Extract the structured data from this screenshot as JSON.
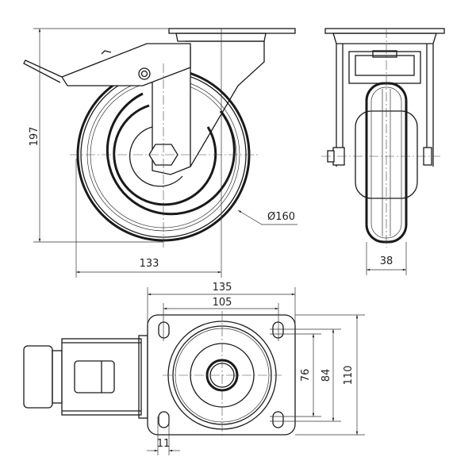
{
  "title": "Swivel castor with brake - dimensional drawing",
  "dimensions": {
    "total_height": "197",
    "wheel_diameter": "Ø160",
    "offset_width": "133",
    "wheel_width": "38",
    "plate_length": "135",
    "hole_spacing_long": "105",
    "hole_spacing_short_inner": "76",
    "hole_spacing_short_outer": "84",
    "plate_width": "110",
    "hole_size": "11"
  }
}
